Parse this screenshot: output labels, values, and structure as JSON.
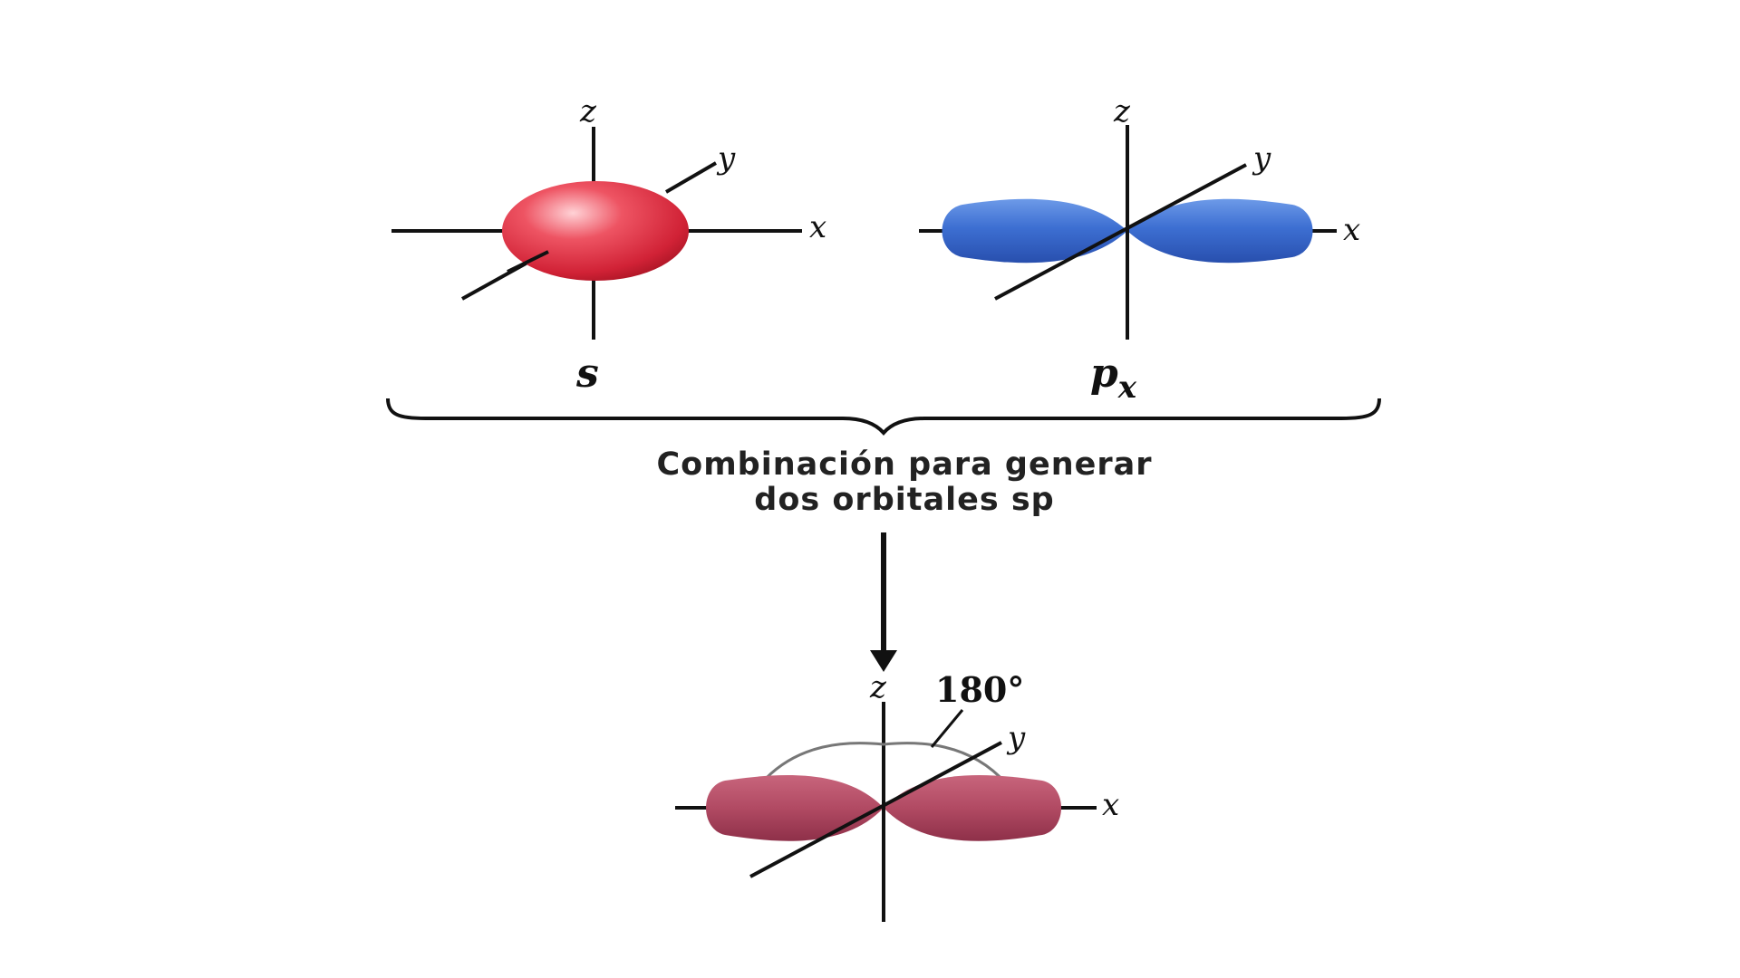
{
  "orbitals": {
    "s": {
      "label": "s",
      "color": "#d9303f",
      "axis_x": "x",
      "axis_y": "y",
      "axis_z": "z"
    },
    "px": {
      "label": "p",
      "subscript": "x",
      "color": "#3a6fd0",
      "axis_x": "x",
      "axis_y": "y",
      "axis_z": "z"
    },
    "sp": {
      "color": "#b4485f",
      "axis_x": "x",
      "axis_y": "y",
      "axis_z": "z",
      "angle": "180°"
    }
  },
  "caption": {
    "line1": "Combinación para generar",
    "line2": "dos orbitales sp"
  }
}
